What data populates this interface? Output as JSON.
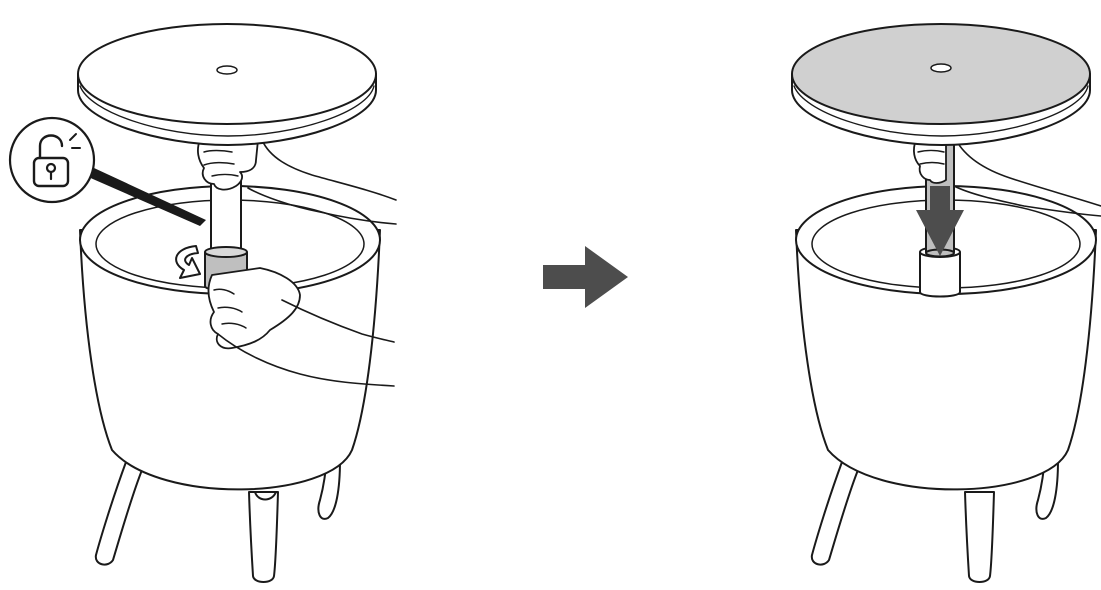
{
  "figure": {
    "panels": [
      {
        "id": "step-unlock",
        "icon": "unlock-padlock-icon",
        "action": "twist-collar-to-unlock"
      },
      {
        "id": "step-lower",
        "icon": "down-arrow-icon",
        "action": "push-tabletop-down"
      }
    ],
    "transition_icon": "right-arrow-icon"
  },
  "colors": {
    "line": "#1a1a1a",
    "collar_fill": "#bfbfbf",
    "shaded_top": "#d0d0d0",
    "arrow_fill": "#4d4d4d",
    "background": "#ffffff"
  }
}
